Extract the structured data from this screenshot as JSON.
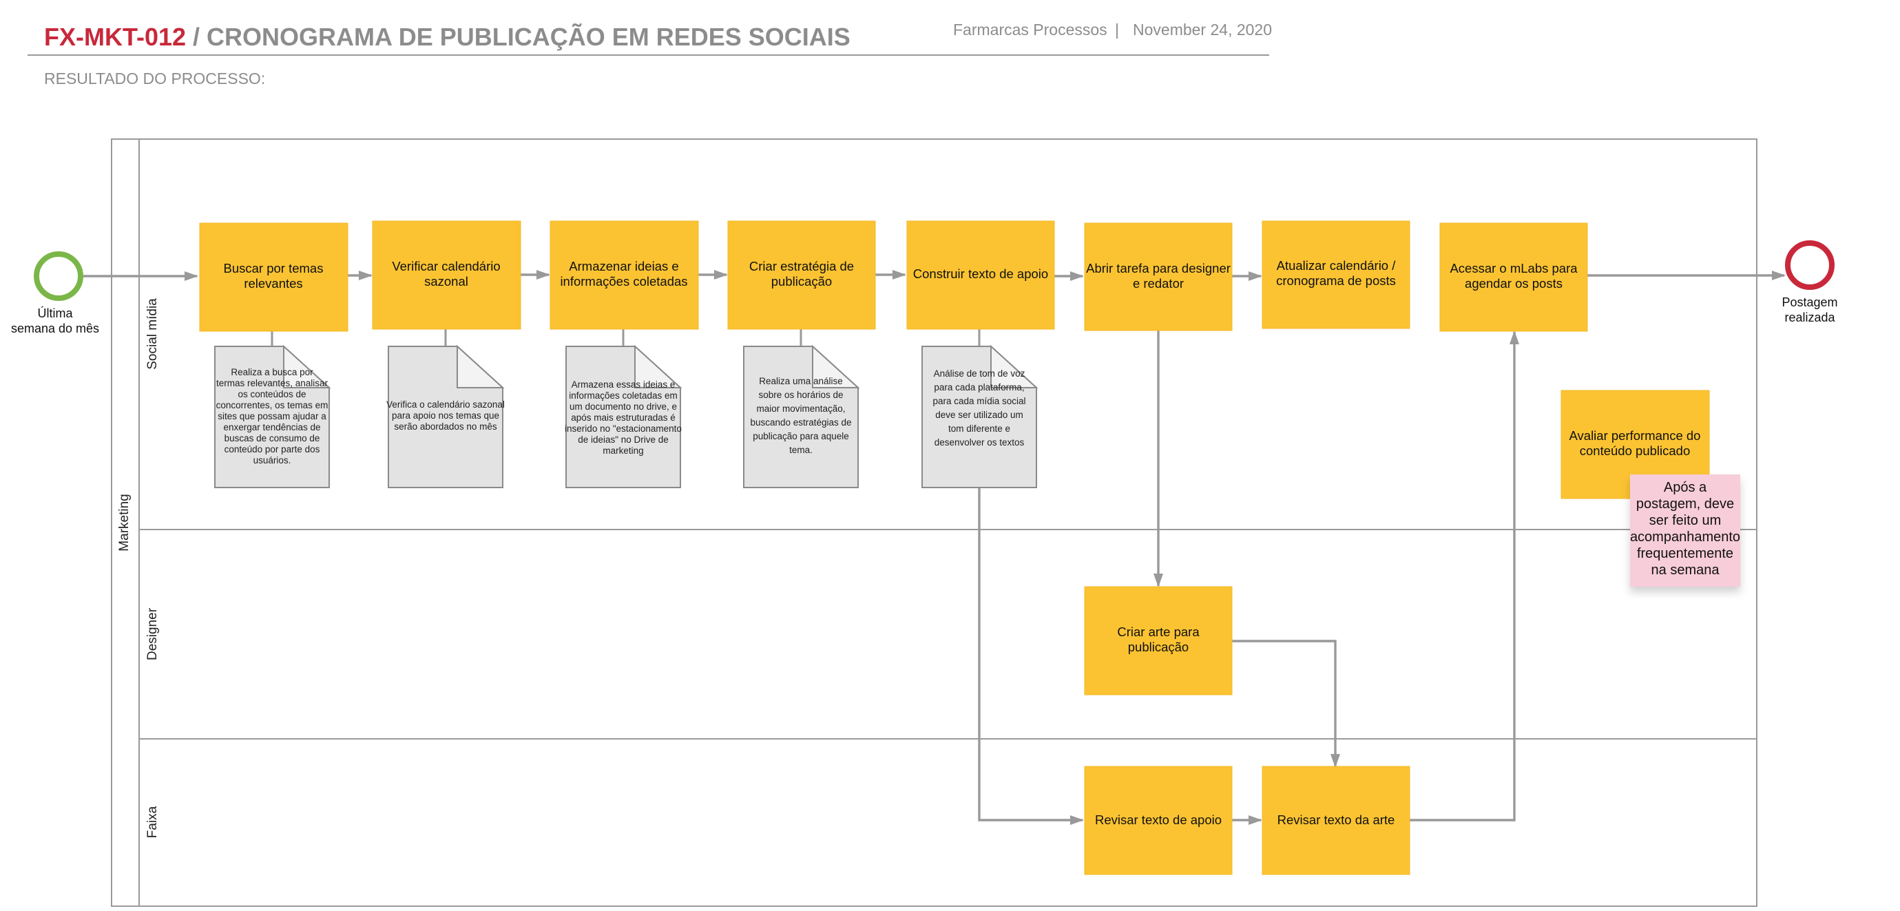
{
  "header": {
    "code": "FX-MKT-012",
    "title": " / CRONOGRAMA DE PUBLICAÇÃO EM REDES SOCIAIS",
    "company": "Farmarcas Processos",
    "separator": "|",
    "date": "November 24, 2020",
    "subtitle": "RESULTADO DO PROCESSO:"
  },
  "pool": {
    "label": "Marketing"
  },
  "lanes": [
    {
      "label": "Social mídia"
    },
    {
      "label": "Designer"
    },
    {
      "label": "Faixa"
    }
  ],
  "events": {
    "start": [
      "Última",
      "semana do mês"
    ],
    "end": [
      "Postagem",
      "realizada"
    ]
  },
  "tasks": [
    [
      "Buscar por temas",
      "relevantes"
    ],
    [
      "Verificar calendário",
      "sazonal"
    ],
    [
      "Armazenar ideias e",
      "informações coletadas"
    ],
    [
      "Criar estratégia de",
      "publicação"
    ],
    [
      "Construir texto de apoio"
    ],
    [
      "Abrir tarefa para designer",
      "e redator"
    ],
    [
      "Atualizar calendário /",
      "cronograma de posts"
    ],
    [
      "Acessar o mLabs para",
      "agendar os posts"
    ],
    [
      "Avaliar performance do",
      "conteúdo publicado"
    ],
    [
      "Criar arte para",
      "publicação"
    ],
    [
      "Revisar texto de apoio"
    ],
    [
      "Revisar texto da arte"
    ]
  ],
  "documents": [
    [
      "Realiza a busca por",
      "termas relevantes, analisar",
      "os conteúdos de",
      "concorrentes, os temas em",
      "sites que possam ajudar a",
      "enxergar tendências de",
      "buscas de consumo de",
      "conteúdo por parte dos",
      "usuários."
    ],
    [
      "Verifica o calendário sazonal",
      "para apoio nos temas que",
      "serão abordados no mês"
    ],
    [
      "Armazena essas ideias e",
      "informações coletadas em",
      "um documento no drive, e",
      "após mais estruturadas é",
      "inserido no \"estacionamento",
      "de ideias\" no Drive de",
      "marketing"
    ],
    [
      "Realiza uma análise",
      "sobre os horários de",
      "maior movimentação,",
      "buscando estratégias de",
      "publicação para aquele",
      "tema."
    ],
    [
      "Análise de tom de voz",
      "para cada plataforma,",
      "para cada mídia social",
      "deve ser utilizado um",
      "tom diferente e",
      "desenvolver os textos"
    ]
  ],
  "note": [
    "Após a",
    "postagem, deve",
    "ser feito um",
    "acompanhamento",
    "frequentemente",
    "na semana"
  ],
  "colors": {
    "brand_red": "#c8283a",
    "task_fill": "#fbc332",
    "start_event": "#7ab648",
    "end_event": "#c8283a",
    "note_fill": "#f7cdd9",
    "document_fill": "#e3e3e3",
    "connector": "#999999"
  }
}
